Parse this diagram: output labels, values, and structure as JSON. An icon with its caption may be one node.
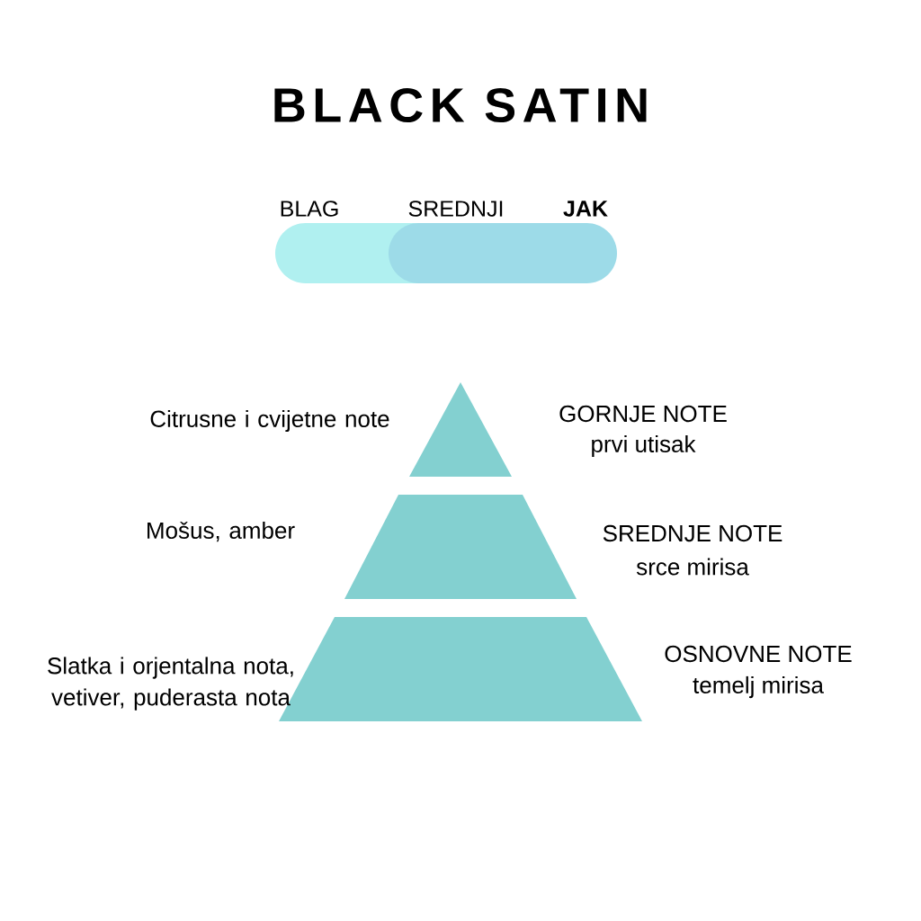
{
  "diagram": {
    "title": "BLACK SATIN",
    "nodes": [
      {
        "text": [],
        "shape": "triangle",
        "beside": [
          "Citrusne i cvijetne note",
          "GORNJE NOTE",
          "prvi utisak"
        ]
      },
      {
        "text": [],
        "shape": "trapezoid",
        "beside": [
          "Mošus, amber",
          "SREDNJE NOTE",
          "srce mirisa"
        ]
      },
      {
        "text": [],
        "shape": "trapezoid",
        "beside": [
          "Slatka i orjentalna nota, vetiver, puderasta nota",
          "OSNOVNE NOTE",
          "temelj mirisa"
        ]
      }
    ],
    "labels": [
      "BLAG",
      "SREDNJI",
      "JAK"
    ]
  }
}
